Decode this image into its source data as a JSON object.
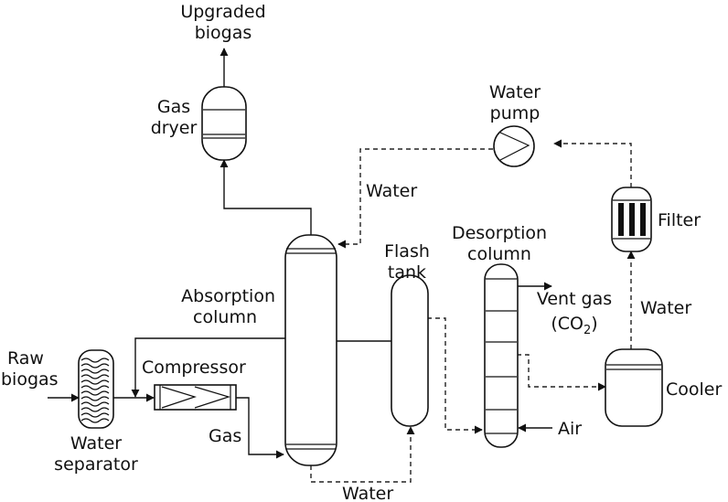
{
  "labels": {
    "upgraded_biogas": [
      "Upgraded",
      "biogas"
    ],
    "gas_dryer": [
      "Gas",
      "dryer"
    ],
    "water_pump": [
      "Water",
      "pump"
    ],
    "water_recycle": "Water",
    "filter": "Filter",
    "desorption_column": [
      "Desorption",
      "column"
    ],
    "flash_tank": [
      "Flash",
      "tank"
    ],
    "absorption_column": [
      "Absorption",
      "column"
    ],
    "vent_gas": "Vent gas",
    "co2_prefix": "(CO",
    "co2_sub": "2",
    "co2_suffix": ")",
    "water_filter_cooler": "Water",
    "raw_biogas": [
      "Raw",
      "biogas"
    ],
    "compressor": "Compressor",
    "cooler": "Cooler",
    "water_separator": [
      "Water",
      "separator"
    ],
    "gas": "Gas",
    "air": "Air",
    "water_bottom": "Water"
  }
}
